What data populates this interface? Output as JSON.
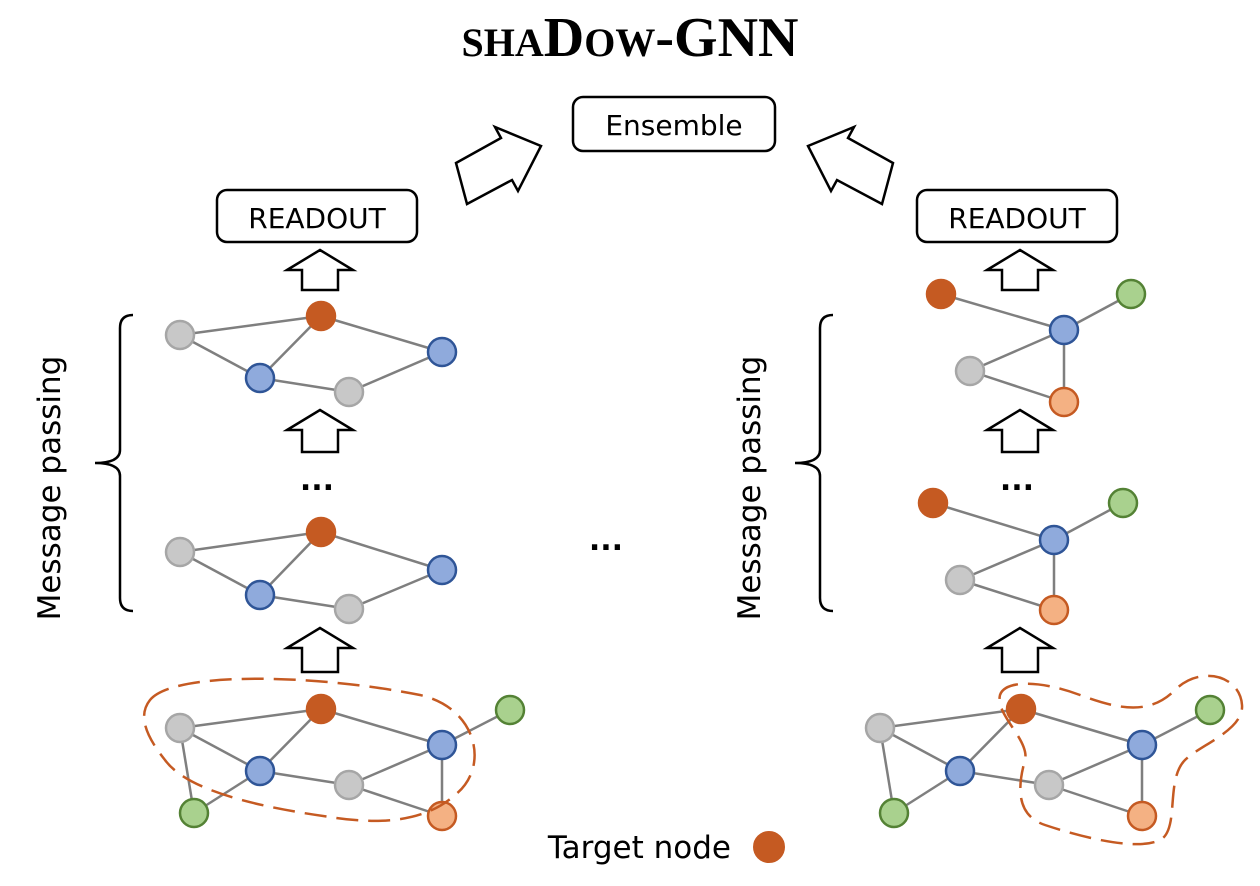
{
  "title": {
    "prefix": "SHA",
    "big1": "D",
    "mid": "OW",
    "suffix": "-GNN"
  },
  "ensemble_label": "Ensemble",
  "readout_label": "READOUT",
  "message_passing_label": "Message passing",
  "layer_ellipsis": "...",
  "branch_ellipsis": "...",
  "legend": {
    "label": "Target node",
    "color": "#c55a22"
  },
  "colors": {
    "target": "#c55a22",
    "gray": "#c8c8c8",
    "blue": "#8faadc",
    "green": "#a9d18e",
    "orange": "#f4b183",
    "dashed_outline": "#c55a22"
  }
}
